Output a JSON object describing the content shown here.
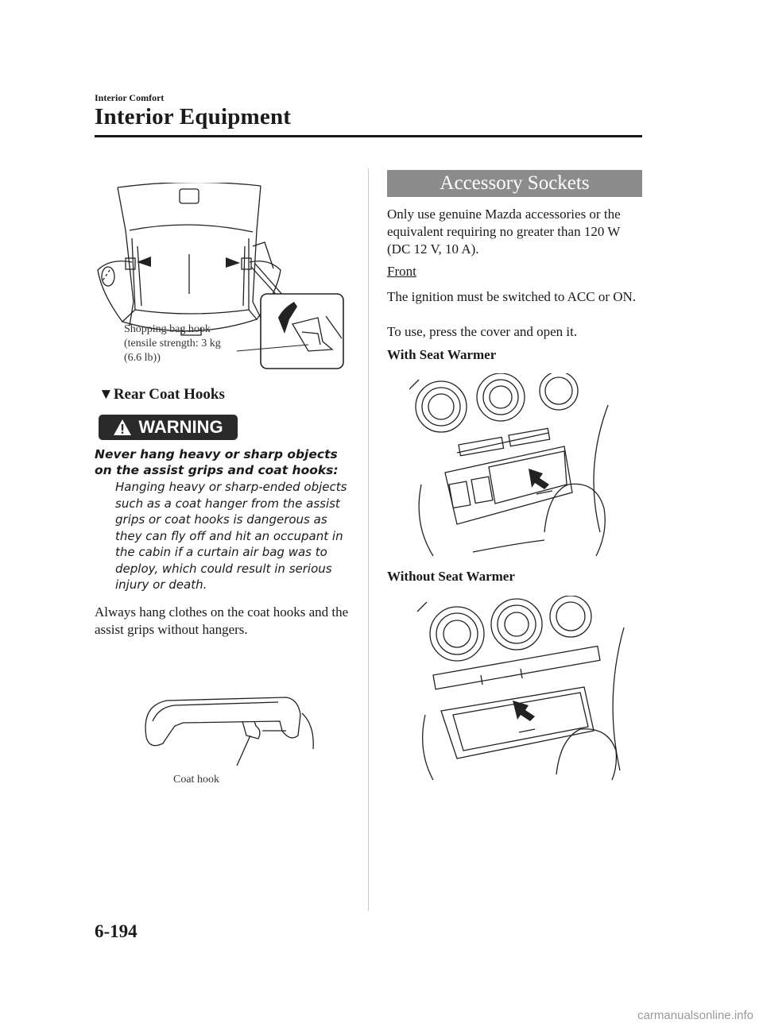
{
  "header": {
    "section": "Interior Comfort",
    "title": "Interior Equipment"
  },
  "left": {
    "cargo_callout": [
      "Shopping bag hook",
      "(tensile strength: 3 kg",
      "(6.6 lb))"
    ],
    "heading_marker": "▼",
    "heading": "Rear Coat Hooks",
    "warning_label": "WARNING",
    "warning_lead": "Never hang heavy or sharp objects on the assist grips and coat hooks:",
    "warning_body": "Hanging heavy or sharp-ended objects such as a coat hanger from the assist grips or coat hooks is dangerous as they can fly off and hit an occupant in the cabin if a curtain air bag was to deploy, which could result in serious injury or death.",
    "body": "Always hang clothes on the coat hooks and the assist grips without hangers.",
    "coat_hook_label": "Coat hook"
  },
  "right": {
    "banner": "Accessory Sockets",
    "intro": "Only use genuine Mazda accessories or the equivalent requiring no greater than 120 W (DC 12 V, 10 A).",
    "front_label": "Front",
    "front_text_1": "The ignition must be switched to ACC or ON.",
    "front_text_2": "To use, press the cover and open it.",
    "with_label": "With Seat Warmer",
    "without_label": "Without Seat Warmer"
  },
  "footer": {
    "page_number": "6-194",
    "watermark": "carmanualsonline.info"
  }
}
